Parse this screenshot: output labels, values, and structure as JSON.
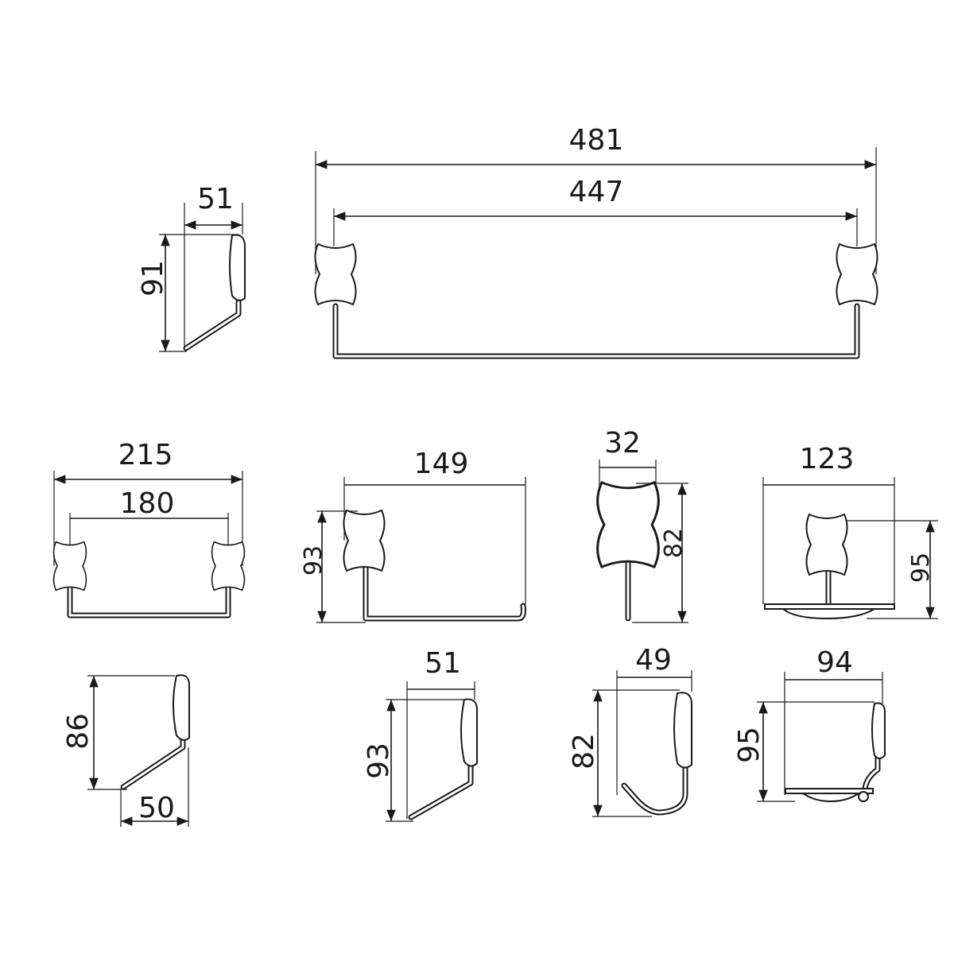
{
  "drawings": [
    {
      "name": "robe-hook-side",
      "dims": [
        "51",
        "91"
      ]
    },
    {
      "name": "towel-bar",
      "dims": [
        "481",
        "447"
      ]
    },
    {
      "name": "towel-ring",
      "dims": [
        "215",
        "180"
      ]
    },
    {
      "name": "paper-holder",
      "dims": [
        "149",
        "93"
      ]
    },
    {
      "name": "robe-hook-front",
      "dims": [
        "32",
        "82"
      ]
    },
    {
      "name": "tumbler-holder-front",
      "dims": [
        "123",
        "95"
      ]
    },
    {
      "name": "towel-ring-side",
      "dims": [
        "86",
        "50"
      ]
    },
    {
      "name": "paper-holder-side",
      "dims": [
        "51",
        "93"
      ]
    },
    {
      "name": "robe-hook-side-2",
      "dims": [
        "49",
        "82"
      ]
    },
    {
      "name": "tumbler-holder-side",
      "dims": [
        "94",
        "95"
      ]
    }
  ]
}
